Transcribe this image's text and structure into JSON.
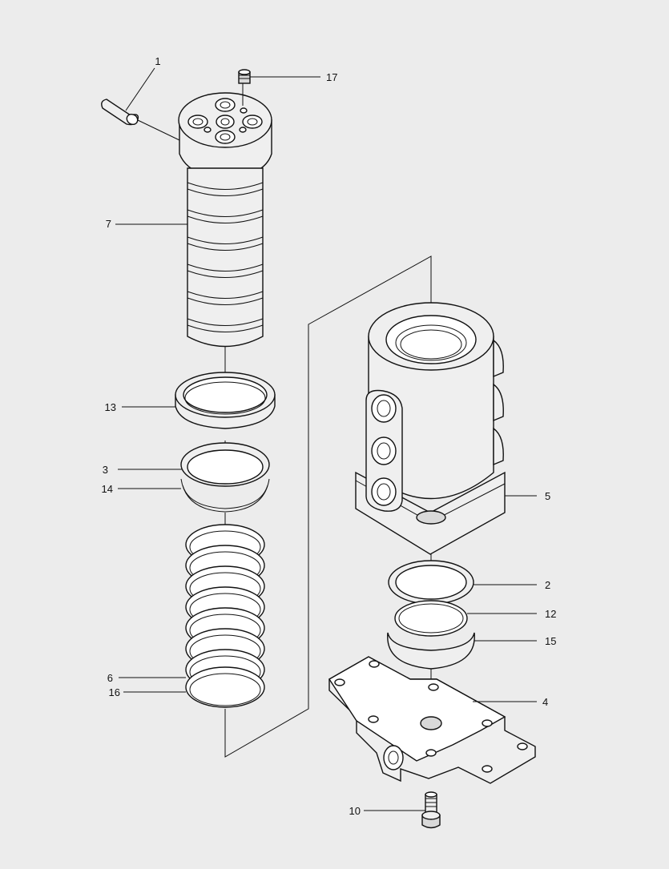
{
  "callouts": {
    "c1": "1",
    "c17": "17",
    "c7": "7",
    "c13": "13",
    "c3": "3",
    "c14": "14",
    "c6": "6",
    "c16": "16",
    "c5": "5",
    "c2": "2",
    "c12": "12",
    "c15": "15",
    "c4": "4",
    "c10": "10"
  }
}
